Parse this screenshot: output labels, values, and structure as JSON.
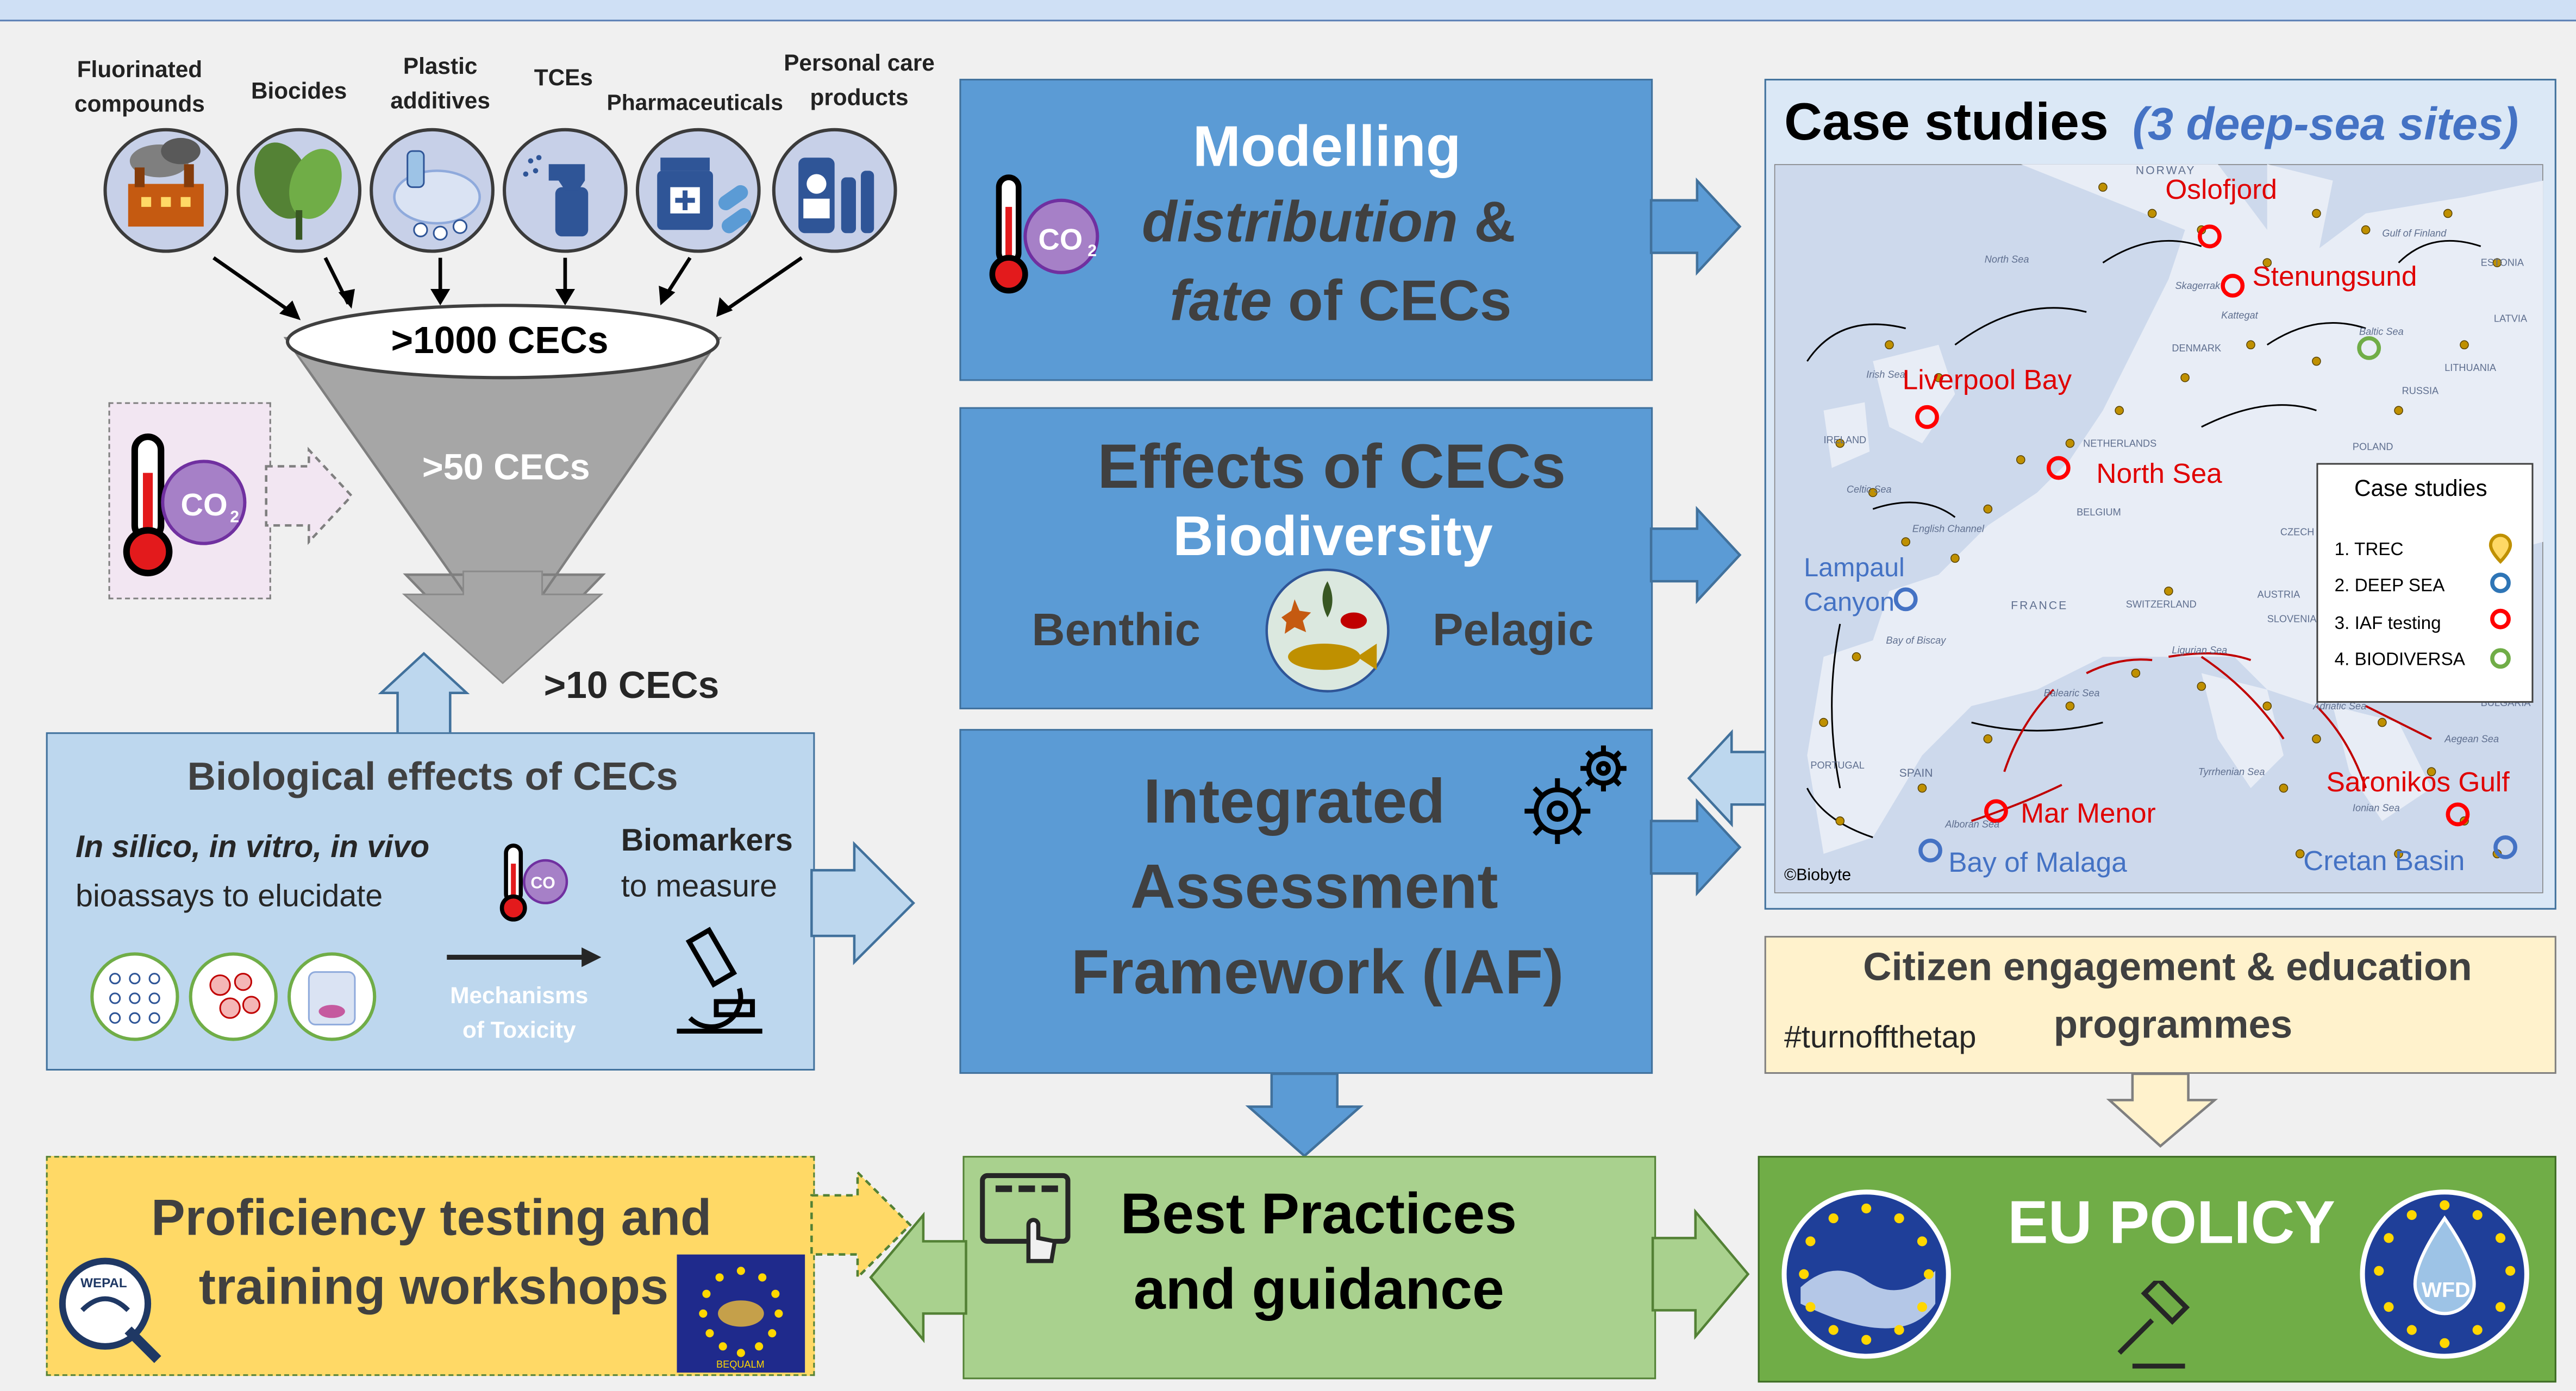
{
  "sources": {
    "items": [
      {
        "label_line1": "Fluorinated",
        "label_line2": "compounds",
        "icon": "factory-icon"
      },
      {
        "label_line1": "Biocides",
        "label_line2": "",
        "icon": "leaf-icon"
      },
      {
        "label_line1": "Plastic",
        "label_line2": "additives",
        "icon": "plastic-bottle-icon"
      },
      {
        "label_line1": "TCEs",
        "label_line2": "",
        "icon": "spray-bottle-icon"
      },
      {
        "label_line1": "Pharmaceuticals",
        "label_line2": "",
        "icon": "medicine-icon"
      },
      {
        "label_line1": "Personal care",
        "label_line2": "products",
        "icon": "cosmetics-icon"
      }
    ]
  },
  "funnel": {
    "top": ">1000 CECs",
    "middle": ">50 CECs",
    "bottom": ">10 CECs",
    "climate_icon": "thermometer-co2-icon",
    "co2": "CO2"
  },
  "bio_effects": {
    "title": "Biological effects of CECs",
    "line1": "In silico, in vitro, in vivo",
    "line2": "bioassays to elucidate",
    "biomarkers1": "Biomarkers",
    "biomarkers2": "to measure",
    "mechanisms1": "Mechanisms",
    "mechanisms2": "of Toxicity"
  },
  "modelling": {
    "line1": "Modelling",
    "line2a": "distribution",
    "line2b": " &",
    "line3a": "fate",
    "line3b": " of CECs"
  },
  "effects": {
    "line1": "Effects of CECs",
    "line2": "Biodiversity",
    "benthic": "Benthic",
    "pelagic": "Pelagic"
  },
  "iaf": {
    "line1": "Integrated",
    "line2": "Assessment",
    "line3": "Framework (IAF)"
  },
  "case_studies": {
    "title": "Case studies",
    "subtitle": "(3 deep-sea sites)",
    "credit": "©Biobyte",
    "sites_red": [
      "Oslofjord",
      "Stenungsund",
      "Liverpool Bay",
      "North Sea",
      "Mar Menor",
      "Saronikos Gulf"
    ],
    "sites_blue": [
      "Lampaul",
      "Canyon",
      "Bay of Malaga",
      "Cretan Basin"
    ],
    "map_labels": [
      "NORWAY",
      "DENMARK",
      "IRELAND",
      "FRANCE",
      "SPAIN",
      "PORTUGAL",
      "POLAND",
      "LATVIA",
      "LITHUANIA",
      "RUSSIA",
      "ESTONIA",
      "BELGIUM",
      "NETHERLANDS",
      "SWITZERLAND",
      "AUSTRIA",
      "SLOVENIA",
      "CZECH",
      "BULGARIA",
      "North Sea",
      "Celtic Sea",
      "Bay of Biscay",
      "English Channel",
      "Baltic Sea",
      "Adriatic Sea",
      "Tyrrhenian Sea",
      "Ionian Sea",
      "Aegean Sea",
      "Skagerrak",
      "Kattegat",
      "Balearic Sea",
      "Ligurian Sea",
      "Gulf of Finland",
      "Irish Sea",
      "Alboran Sea"
    ],
    "legend_title": "Case studies",
    "legend": [
      {
        "label": "1. TREC",
        "color": "#bf9000"
      },
      {
        "label": "2. DEEP SEA",
        "color": "#2e75b6"
      },
      {
        "label": "3. IAF testing",
        "color": "#ff0000"
      },
      {
        "label": "4. BIODIVERSA",
        "color": "#70ad47"
      }
    ]
  },
  "citizen": {
    "line1": "Citizen engagement & education",
    "line2": "programmes",
    "hashtag": "#turnoffthetap"
  },
  "proficiency": {
    "line1": "Proficiency testing and",
    "line2": "training workshops",
    "logo1": "WEPAL",
    "logo2": "BEQUALM"
  },
  "best_practices": {
    "line1": "Best Practices",
    "line2": "and guidance"
  },
  "eu_policy": {
    "title": "EU POLICY",
    "logo_right": "WFD"
  },
  "colors": {
    "blue_box": "#5b9bd5",
    "green_box": "#a9d18e",
    "dark_green_box": "#70ad47",
    "yellow_box": "#ffd966",
    "cream_box": "#fff2cc",
    "panel": "#bdd7ee",
    "red_site": "#ff0000",
    "blue_site": "#4472c4"
  }
}
